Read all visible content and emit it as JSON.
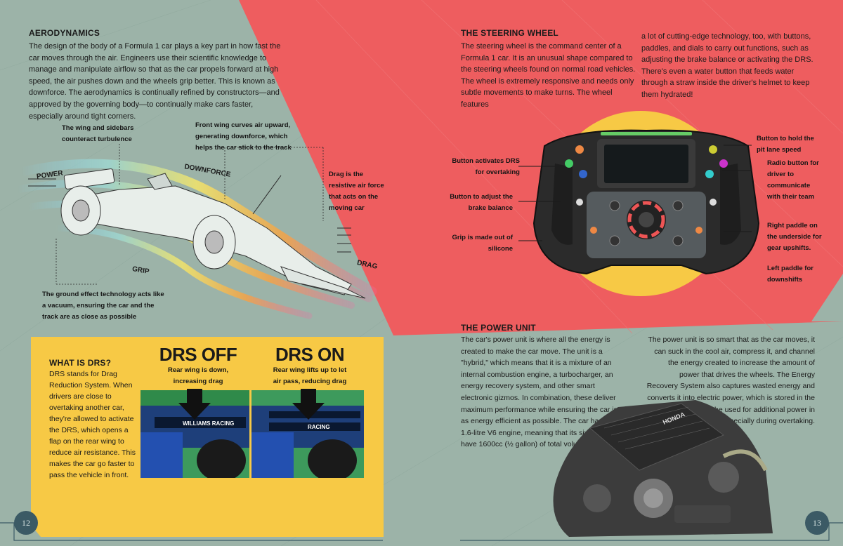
{
  "aero": {
    "title": "AERODYNAMICS",
    "body": "The design of the body of a Formula 1 car plays a key part in how fast the car moves through the air. Engineers use their scientific knowledge to manage and manipulate airflow so that as the car propels forward at high speed, the air pushes down and the wheels grip better. This is known as downforce. The aerodynamics is continually refined by constructors—and approved by the governing body—to continually make cars faster, especially around tight corners.",
    "label_wing": "The wing and sidebars counteract turbulence",
    "label_front": "Front wing curves air upward, generating downforce, which helps the car stick to the track",
    "label_drag": "Drag is the resistive air force that acts on the moving car",
    "label_ground": "The ground effect technology acts like a vacuum, ensuring the car and the track are as close as possible",
    "word_power": "POWER",
    "word_downforce": "DOWNFORCE",
    "word_grip": "GRIP",
    "word_drag": "DRAG"
  },
  "drs": {
    "title": "WHAT IS DRS?",
    "body": "DRS stands for Drag Reduction System. When drivers are close to overtaking another car, they're allowed to activate the DRS, which opens a flap on the rear wing to reduce air resistance. This makes the car go faster to pass the vehicle in front.",
    "off_title": "DRS OFF",
    "off_caption": "Rear wing is down, increasing drag",
    "on_title": "DRS ON",
    "on_caption": "Rear wing lifts up to let air pass, reducing drag",
    "photo_text_left": "WILLIAMS RACING",
    "photo_text_right": "RACING"
  },
  "wheel": {
    "title": "THE STEERING WHEEL",
    "body_left": "The steering wheel is the command center of a Formula 1 car. It is an unusual shape compared to the steering wheels found on normal road vehicles. The wheel is extremely responsive and needs only subtle movements to make turns. The wheel features",
    "body_right": "a lot of cutting-edge technology, too, with buttons, paddles, and dials to carry out functions, such as adjusting the brake balance or activating the DRS. There's even a water button that feeds water through a straw inside the driver's helmet to keep them hydrated!",
    "label_drs": "Button activates DRS for overtaking",
    "label_brake": "Button to adjust the brake balance",
    "label_grip": "Grip is made out of silicone",
    "label_pit": "Button to hold the pit lane speed",
    "label_radio": "Radio button for driver to communicate with their team",
    "label_right_paddle": "Right paddle on the underside for gear upshifts.",
    "label_left_paddle": "Left paddle for downshifts"
  },
  "power": {
    "title": "THE POWER UNIT",
    "body_left": "The car's power unit is where all the energy is created to make the car move. The unit is a \"hybrid,\" which means that it is a mixture of an internal combustion engine, a turbocharger, an energy recovery system, and other smart electronic gizmos. In combination, these deliver maximum performance while ensuring the car is as energy efficient as possible. The car has a 1.6-litre V6 engine, meaning that its six cylinders have 1600cc (½ gallon) of total volume.",
    "body_right": "The power unit is so smart that as the car moves, it can suck in the cool air, compress it, and channel the energy created to increase the amount of power that drives the wheels. The Energy Recovery System also captures wasted energy and converts it into electric power, which is stored in the battery and can be used for additional power in certain maneuvers, especially during overtaking.",
    "engine_brand": "HONDA"
  },
  "pages": {
    "left": "12",
    "right": "13"
  },
  "colors": {
    "teal": "#9cb3a8",
    "coral": "#ee5d5f",
    "yellow": "#f7c945",
    "navy": "#3b5a65"
  }
}
